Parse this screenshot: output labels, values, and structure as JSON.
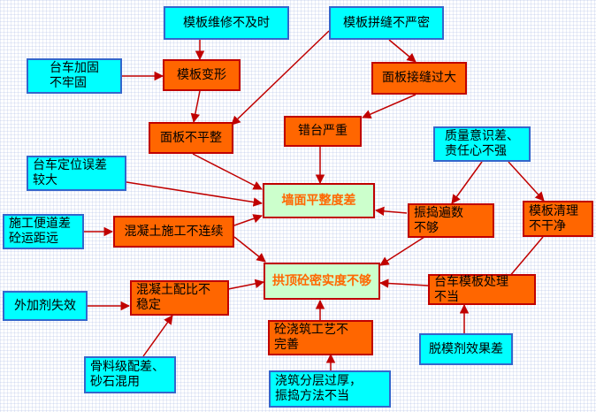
{
  "nodes": {
    "mb_wxbjs": "模板维修不及时",
    "mb_pfbym": "模板拼缝不严密",
    "tc_jgblg": "台车加固\n不牢固",
    "mb_bx": "模板变形",
    "mb_jfgd": "面板接缝过大",
    "mb_bpz": "面板不平整",
    "ct_yz": "错台严重",
    "zl_ys": "质量意识差、\n责任心不强",
    "tc_dwwc": "台车定位误差\n较大",
    "qm_pzdc": "墙面平整度差",
    "zd_bg": "振捣遍数\n不够",
    "mb_ql": "模板清理\n不干净",
    "sg_bd": "施工便道差\n砼运距远",
    "hnt_bll": "混凝土施工不连续",
    "gd_mscd": "拱顶砼密实度不够",
    "tc_mbcl": "台车模板处理\n不当",
    "wjj": "外加剂失效",
    "hnt_pb": "混凝土配比不\n稳定",
    "jz_gy": "砼浇筑工艺不\n完善",
    "tm_xg": "脱模剂效果差",
    "gl_jp": "骨料级配差、\n砂石混用",
    "jz_fc": "浇筑分层过厚，\n振捣方法不当"
  },
  "colors": {
    "cause": "#00ffff",
    "intermediate": "#ff6600",
    "effect": "#ccffcc",
    "arrow": "#c00000"
  }
}
